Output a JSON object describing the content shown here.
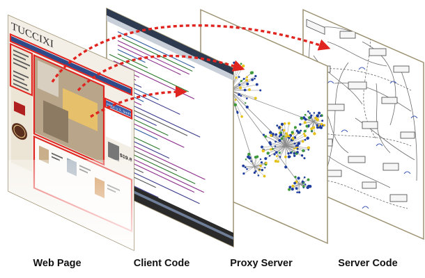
{
  "captions": {
    "web_page": "Web Page",
    "client_code": "Client Code",
    "proxy_server": "Proxy Server",
    "server_code": "Server Code"
  },
  "web_page": {
    "brand": "TUCCIXI",
    "banner_text": "FREE U.S. SHIPPING",
    "price_text": "$19.8"
  },
  "colors": {
    "highlight_red": "#e0241f",
    "panel_border": "#9c9170",
    "node_blue": "#1f3d9e",
    "node_yellow": "#e6c21c",
    "node_green": "#3e9a3a",
    "edge_gray": "#8a8a8a",
    "diagram_box_fill": "#f6f6f6"
  }
}
